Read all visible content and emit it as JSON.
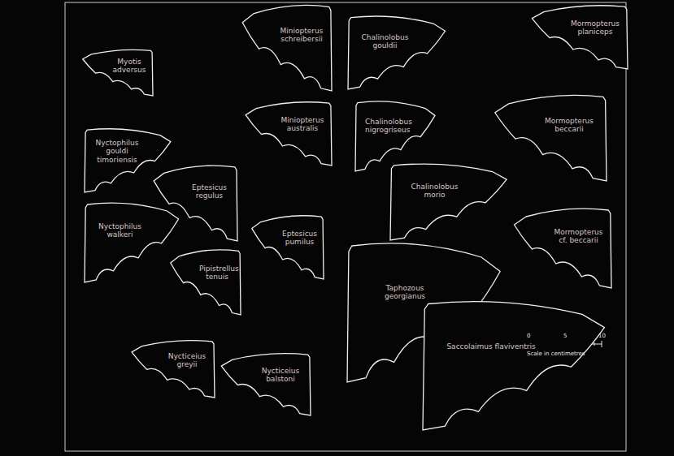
{
  "diagram": {
    "nodes": [
      {
        "text": [
          "Myotis adversus"
        ]
      },
      {
        "text": [
          "Miniopterus schreibersii"
        ]
      },
      {
        "text": [
          "Miniopterus australis"
        ]
      },
      {
        "text": [
          "Chalinolobus gouldii"
        ]
      },
      {
        "text": [
          "Mormopterus planiceps"
        ]
      },
      {
        "text": [
          "Nyctophilus gouldi timoriensis"
        ]
      },
      {
        "text": [
          "Chalinolobus nigrogriseus"
        ]
      },
      {
        "text": [
          "Mormopterus beccarii"
        ]
      },
      {
        "text": [
          "Eptesicus regulus"
        ]
      },
      {
        "text": [
          "Nyctophilus walkeri"
        ]
      },
      {
        "text": [
          "Chalinolobus morio"
        ]
      },
      {
        "text": [
          "Eptesicus pumilus"
        ]
      },
      {
        "text": [
          "Mormopterus cf. beccarii"
        ]
      },
      {
        "text": [
          "Pipistrellus tenuis"
        ]
      },
      {
        "text": [
          "Taphozous georgianus"
        ]
      },
      {
        "text": [
          "Nycticeius greyii"
        ]
      },
      {
        "text": [
          "Nycticeius balstoni"
        ]
      },
      {
        "text": [
          "Saccolaimus flaviventris"
        ]
      }
    ],
    "labels": [
      "0",
      "5",
      "10",
      "Scale in centimetres"
    ]
  }
}
